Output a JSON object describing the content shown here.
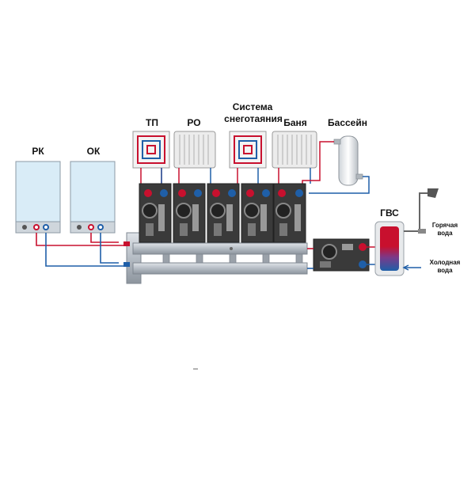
{
  "labels": {
    "rk": "РК",
    "ok": "ОК",
    "tp": "ТП",
    "ro": "РО",
    "snow_line1": "Система",
    "snow_line2": "снеготаяния",
    "banya": "Баня",
    "pool": "Бассейн",
    "gvs": "ГВС",
    "hot_water_line1": "Горячая",
    "hot_water_line2": "вода",
    "cold_water_line1": "Холодная",
    "cold_water_line2": "вода"
  },
  "colors": {
    "supply_pipe": "#c8102e",
    "return_pipe": "#1f5fa8",
    "manifold": "#b5bcc4",
    "boiler_panel": "#d9ecf7",
    "module_body": "#3a3a3a",
    "radiator": "#e6e6e6",
    "floor_coil": "#c8102e",
    "tank_hot": "#c8102e",
    "tank_cold": "#1f5fa8"
  }
}
